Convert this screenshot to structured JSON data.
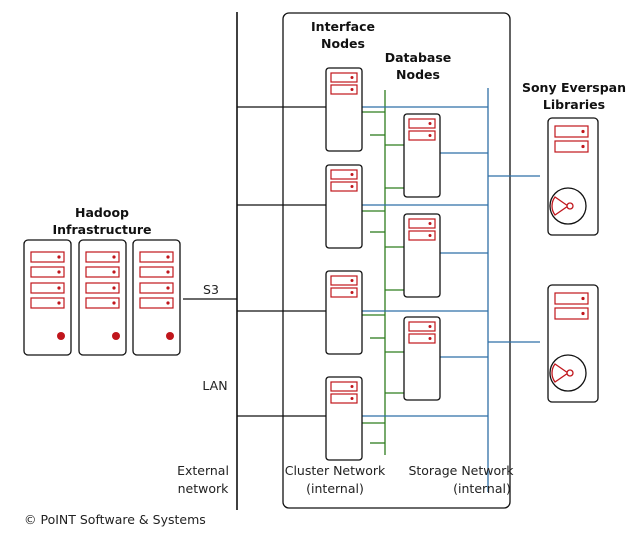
{
  "labels": {
    "hadoop": [
      "Hadoop",
      "Infrastructure"
    ],
    "interface_nodes": [
      "Interface",
      "Nodes"
    ],
    "database_nodes": [
      "Database",
      "Nodes"
    ],
    "sony": [
      "Sony Everspan",
      "Libraries"
    ],
    "s3": "S3",
    "lan": "LAN",
    "external_network": [
      "External",
      "network"
    ],
    "cluster_network": [
      "Cluster Network",
      "(internal)"
    ],
    "storage_network": [
      "Storage Network",
      "(internal)"
    ]
  },
  "copyright": "© PoINT Software & Systems",
  "colors": {
    "line": "#111111",
    "drive": "#c0161c",
    "cluster_network": "#2e7d1e",
    "storage_network": "#2f6fa6"
  }
}
